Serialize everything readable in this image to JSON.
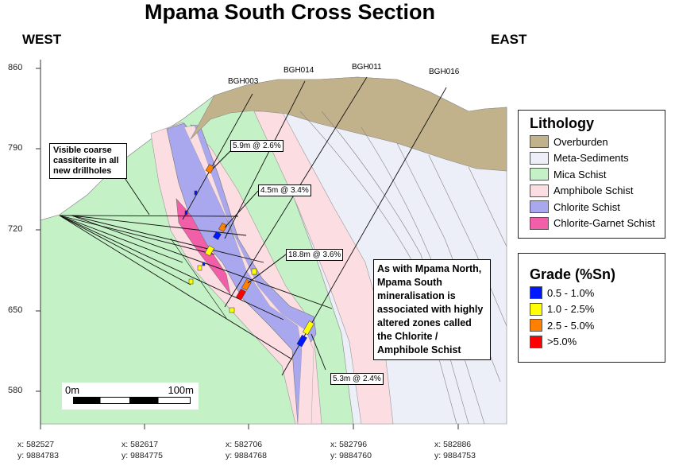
{
  "title": "Mpama South Cross Section",
  "west_label": "WEST",
  "east_label": "EAST",
  "y_axis": {
    "ticks": [
      "860",
      "790",
      "720",
      "650",
      "580"
    ]
  },
  "x_axis": {
    "ticks": [
      {
        "x": "x: 582527",
        "y": "y: 9884783"
      },
      {
        "x": "x: 582617",
        "y": "y: 9884775"
      },
      {
        "x": "x: 582706",
        "y": "y: 9884768"
      },
      {
        "x": "x: 582796",
        "y": "y: 9884760"
      },
      {
        "x": "x: 582886",
        "y": "y: 9884753"
      }
    ]
  },
  "drillholes": [
    "BGH003",
    "BGH014",
    "BGH011",
    "BGH016"
  ],
  "intercepts": [
    "5.9m @ 2.6%",
    "4.5m @ 3.4%",
    "18.8m @ 3.6%",
    "5.3m @ 2.4%"
  ],
  "callouts": {
    "cassiterite": "Visible coarse cassiterite in all new drillholes",
    "note": "As with Mpama North, Mpama South mineralisation is associated with highly altered zones called the Chlorite / Amphibole Schist"
  },
  "scale_bar": {
    "start": "0m",
    "end": "100m"
  },
  "lithology_legend": {
    "title": "Lithology",
    "items": [
      {
        "label": "Overburden",
        "color": "#c2b28c"
      },
      {
        "label": "Meta-Sediments",
        "color": "#eceef8"
      },
      {
        "label": "Mica Schist",
        "color": "#c4f2c6"
      },
      {
        "label": "Amphibole Schist",
        "color": "#fcdde2"
      },
      {
        "label": "Chlorite Schist",
        "color": "#a9a8ee"
      },
      {
        "label": "Chlorite-Garnet Schist",
        "color": "#f25ea8"
      }
    ]
  },
  "grade_legend": {
    "title": "Grade (%Sn)",
    "items": [
      {
        "label": "0.5 - 1.0%",
        "color": "#0018ff"
      },
      {
        "label": "1.0 - 2.5%",
        "color": "#ffff00"
      },
      {
        "label": "2.5 - 5.0%",
        "color": "#ff8000"
      },
      {
        "label": ">5.0%",
        "color": "#ff0000"
      }
    ]
  }
}
